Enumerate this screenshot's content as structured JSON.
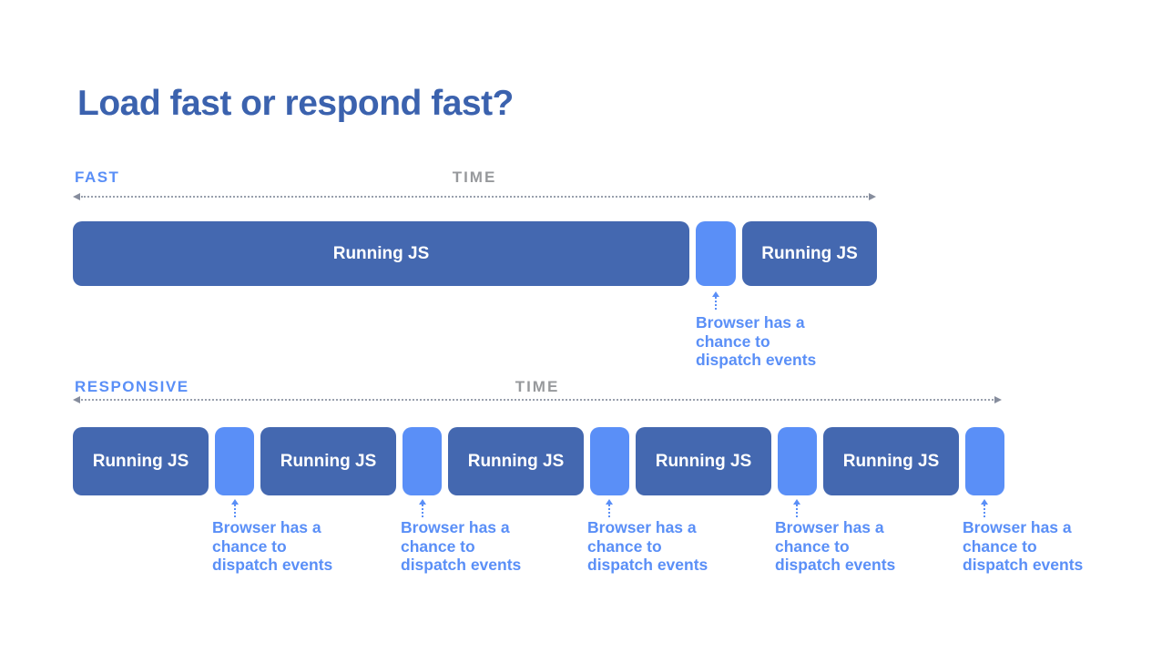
{
  "page": {
    "title": "Load fast or respond fast?"
  },
  "colors": {
    "title": "#3b62ae",
    "running_bar": "#4468b0",
    "event_gap": "#5a8ff7",
    "timeline_label": "#5a8ff7",
    "time_label": "#97999c",
    "axis_line": "#99a0ad",
    "annotation_text": "#5a8ff7",
    "bar_text": "#ffffff"
  },
  "annotation": {
    "lines": [
      "Browser has a",
      "chance to",
      "dispatch events"
    ]
  },
  "fast": {
    "label": "FAST",
    "time_label": "TIME",
    "bars": [
      {
        "label": "Running JS"
      },
      {
        "label": "Running JS"
      }
    ]
  },
  "responsive": {
    "label": "RESPONSIVE",
    "time_label": "TIME",
    "bars": [
      {
        "label": "Running JS"
      },
      {
        "label": "Running JS"
      },
      {
        "label": "Running JS"
      },
      {
        "label": "Running JS"
      },
      {
        "label": "Running JS"
      }
    ]
  }
}
